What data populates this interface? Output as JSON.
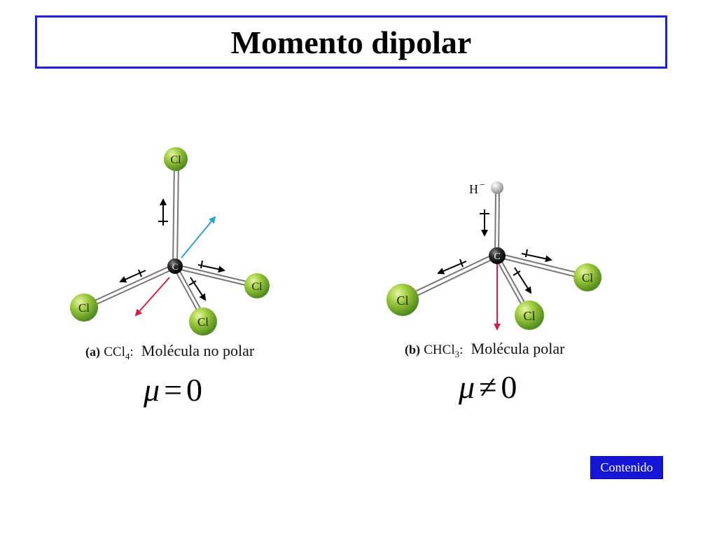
{
  "title": "Momento dipolar",
  "left_molecule": {
    "tag": "(a)",
    "formula_main": "CCl",
    "formula_sub": "4",
    "formula_suffix": ":",
    "description": "Molécula no polar",
    "mu_symbol": "μ",
    "mu_operator": "=",
    "mu_value": "0",
    "central_atom": "C",
    "atoms": [
      "Cl",
      "Cl",
      "Cl",
      "Cl"
    ]
  },
  "right_molecule": {
    "tag": "(b)",
    "formula_main": "CHCl",
    "formula_sub": "3",
    "formula_suffix": ":",
    "description": "Molécula polar",
    "mu_symbol": "μ",
    "mu_operator": "≠",
    "mu_value": "0",
    "central_atom": "C",
    "h_label": "H",
    "h_charge": "−",
    "atoms": [
      "Cl",
      "Cl",
      "Cl"
    ]
  },
  "button": {
    "label": "Contenido"
  },
  "colors": {
    "title_border": "#1f1fe0",
    "button_bg": "#1515d8",
    "chlorine": "#8fc13a",
    "carbon": "#222222",
    "hydrogen": "#c9c9c9",
    "net_dipole_red": "#d0204a",
    "net_dipole_blue": "#2a9fd8"
  }
}
